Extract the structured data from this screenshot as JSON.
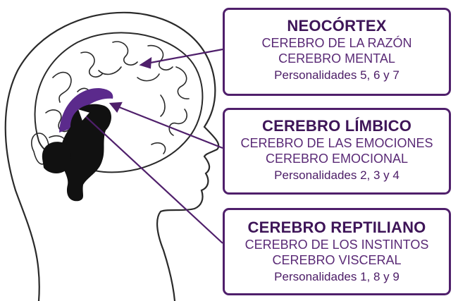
{
  "colors": {
    "accent": "#4f1f6b",
    "limbic_band": "#5b2a8c",
    "brain_core": "#111111",
    "outline": "#222222"
  },
  "boxes": [
    {
      "title": "NEOCÓRTEX",
      "line1": "CEREBRO DE LA RAZÓN",
      "line2": "CEREBRO MENTAL",
      "personalities": "Personalidades 5, 6 y 7"
    },
    {
      "title": "CEREBRO LÍMBICO",
      "line1": "CEREBRO DE LAS EMOCIONES",
      "line2": "CEREBRO EMOCIONAL",
      "personalities": "Personalidades 2, 3 y 4"
    },
    {
      "title": "CEREBRO REPTILIANO",
      "line1": "CEREBRO DE LOS INSTINTOS",
      "line2": "CEREBRO VISCERAL",
      "personalities": "Personalidades 1, 8 y 9"
    }
  ]
}
